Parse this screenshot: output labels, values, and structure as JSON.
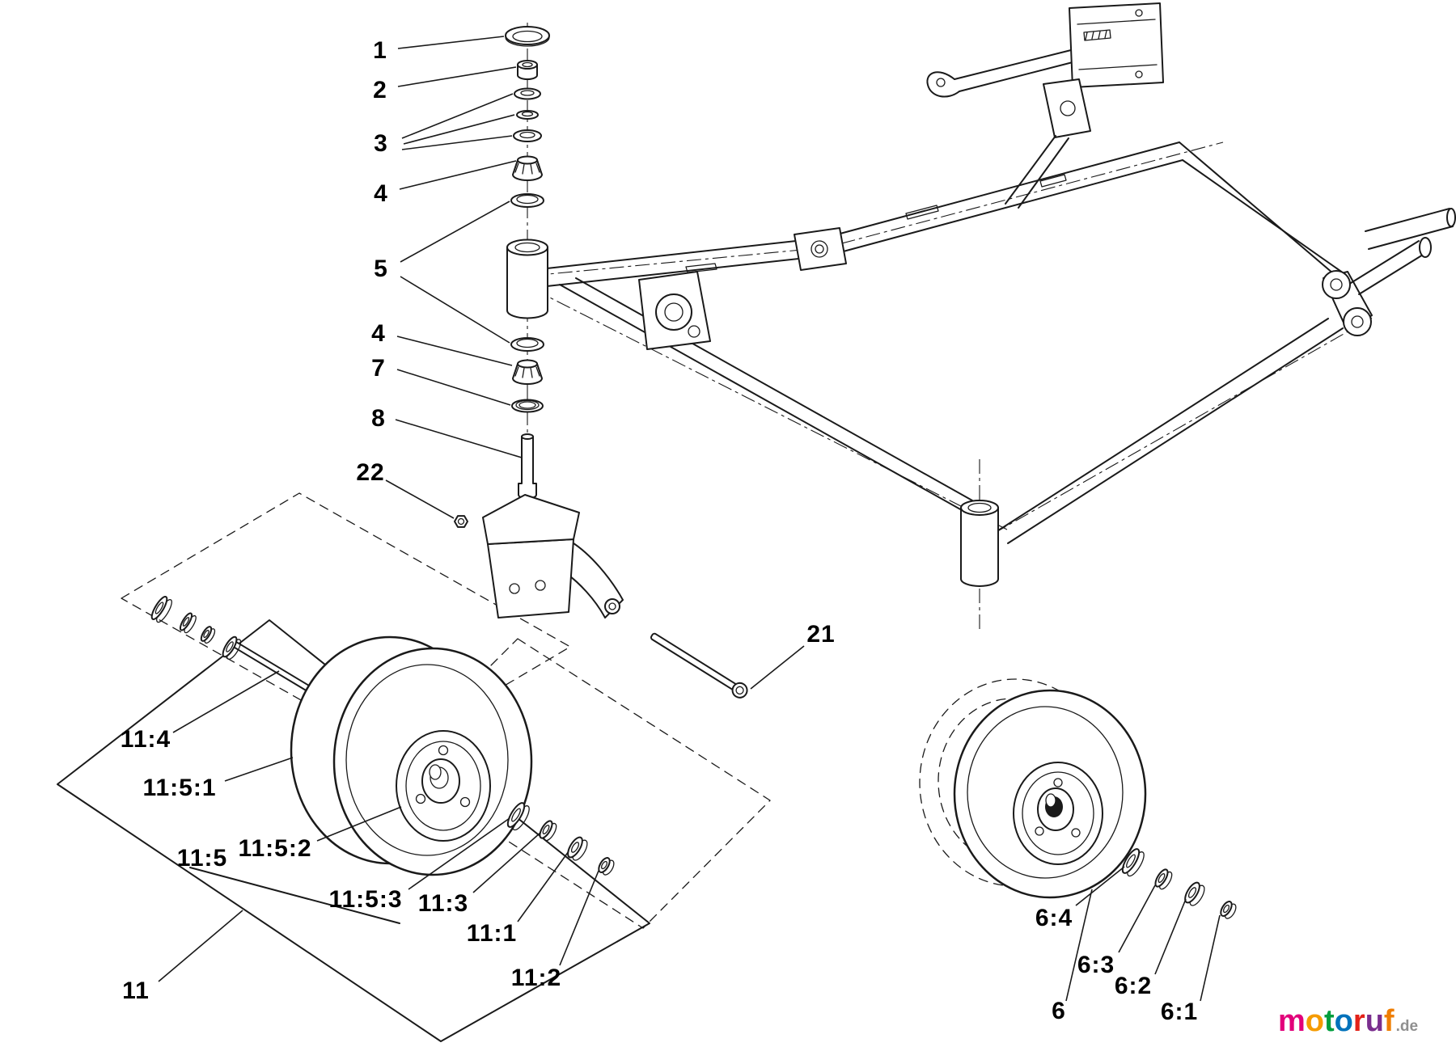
{
  "callouts": [
    {
      "label": "1"
    },
    {
      "label": "2"
    },
    {
      "label": "3"
    },
    {
      "label": "4"
    },
    {
      "label": "5"
    },
    {
      "label": "4"
    },
    {
      "label": "7"
    },
    {
      "label": "8"
    },
    {
      "label": "22"
    },
    {
      "label": "21"
    },
    {
      "label": "11:4"
    },
    {
      "label": "11:5:1"
    },
    {
      "label": "11:5:2"
    },
    {
      "label": "11:5"
    },
    {
      "label": "11:5:3"
    },
    {
      "label": "11:3"
    },
    {
      "label": "11:1"
    },
    {
      "label": "11:2"
    },
    {
      "label": "11"
    },
    {
      "label": "6:4"
    },
    {
      "label": "6:3"
    },
    {
      "label": "6:2"
    },
    {
      "label": "6:1"
    },
    {
      "label": "6"
    }
  ],
  "logo": {
    "letters": [
      {
        "char": "m",
        "color": "#e2007a"
      },
      {
        "char": "o",
        "color": "#f59b00"
      },
      {
        "char": "t",
        "color": "#009e3d"
      },
      {
        "char": "o",
        "color": "#0072bb"
      },
      {
        "char": "r",
        "color": "#e32219"
      },
      {
        "char": "u",
        "color": "#7a2e8e"
      },
      {
        "char": "f",
        "color": "#ef7d00"
      }
    ],
    "suffix": ".de",
    "suffix_color": "#8f8f8f"
  },
  "colors": {
    "line": "#1a1a1a",
    "background": "#ffffff"
  }
}
